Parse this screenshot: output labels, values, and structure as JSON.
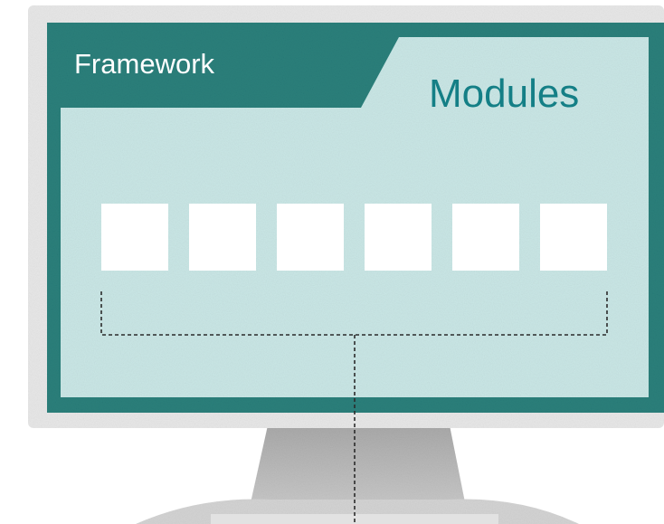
{
  "framework": {
    "label": "Framework"
  },
  "modules": {
    "label": "Modules",
    "count": 6
  },
  "colors": {
    "frame_teal": "#2a7f7b",
    "screen_fill": "#c9e6e5",
    "module_fill": "#ffffff",
    "modules_text": "#147f86",
    "monitor_bezel": "#e6e6e6",
    "stand": "#b5b5b5",
    "dashed_line": "#2b2b2b"
  },
  "icons": {
    "device": "desktop-monitor-icon"
  }
}
